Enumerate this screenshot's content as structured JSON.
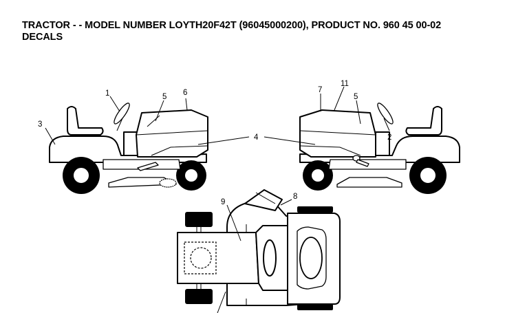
{
  "header": {
    "title_line1": "TRACTOR - - MODEL NUMBER LOYTH20F42T (96045000200), PRODUCT NO. 960 45 00-02",
    "title_line2": "DECALS"
  },
  "callouts": {
    "c1": "1",
    "c2": "2",
    "c3": "3",
    "c4": "4",
    "c5_left": "5",
    "c5_right": "5",
    "c6": "6",
    "c7": "7",
    "c8": "8",
    "c9": "9",
    "c11": "11"
  }
}
